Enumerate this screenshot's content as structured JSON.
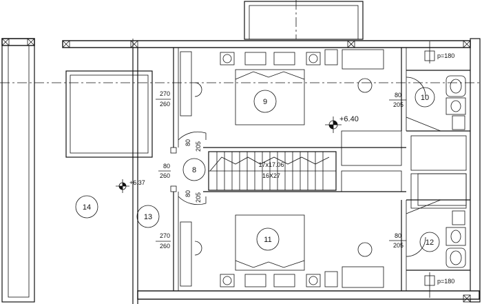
{
  "rooms": {
    "r8": "8",
    "r9": "9",
    "r10": "10",
    "r11": "11",
    "r12": "12",
    "r13": "13",
    "r14": "14"
  },
  "levels": {
    "main": "+6.40",
    "terrace": "+6.37"
  },
  "stair": {
    "steps": "17x17.06",
    "tread": "16X27"
  },
  "doors": {
    "bed9_w": "270",
    "bed9_h": "260",
    "bed11_w": "270",
    "bed11_h": "260",
    "hall_w": "80",
    "hall_h": "260",
    "hall_top_w": "80",
    "hall_top_h": "205",
    "hall_bot_w": "80",
    "hall_bot_h": "205",
    "bath10_w": "80",
    "bath10_h": "205",
    "bath12_w": "80",
    "bath12_h": "205"
  },
  "windows": {
    "top": "p=180",
    "bottom": "p=180"
  }
}
